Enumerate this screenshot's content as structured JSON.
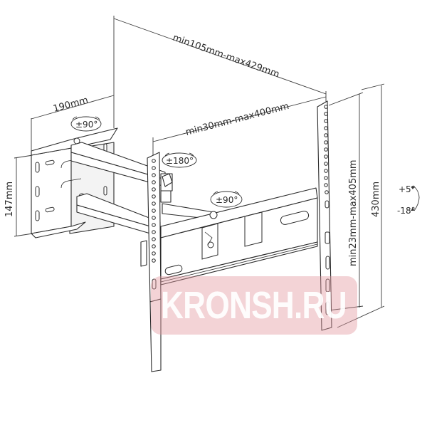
{
  "diagram": {
    "subject": "Full-motion TV wall mount bracket (technical drawing)",
    "dimensions": {
      "depth_range": "min105mm-max429mm",
      "vesa_horizontal": "min30mm-max400mm",
      "vesa_vertical": "min23mm-max405mm",
      "wall_plate_width": "190mm",
      "wall_plate_height": "147mm",
      "tv_bracket_height": "430mm"
    },
    "rotations": {
      "wall_swivel": "±90°",
      "arm_swivel": "±180°",
      "head_swivel": "±90°"
    },
    "tilt": {
      "up": "+5°",
      "down": "-18°"
    },
    "watermark": {
      "text": "KRONSH.RU",
      "color": "#e2969e"
    },
    "colors": {
      "line": "#2b2b2b",
      "background": "#ffffff"
    }
  }
}
